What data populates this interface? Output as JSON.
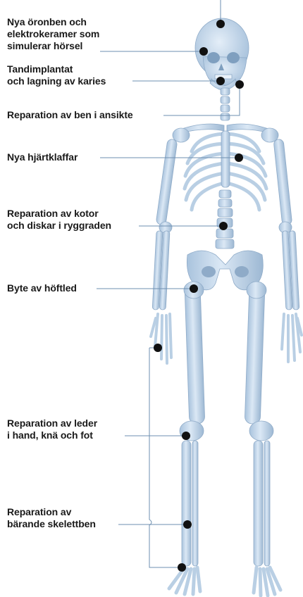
{
  "labels": {
    "ear": "Nya öronben och\nelektrokeramer som\nsimulerar hörsel",
    "teeth": "Tandimplantat\noch lagning av karies",
    "face": "Reparation av ben i ansikte",
    "heart": "Nya hjärtklaffar",
    "spine": "Reparation av kotor\noch diskar i ryggraden",
    "hip": "Byte av höftled",
    "joints": "Reparation av leder\ni hand, knä och fot",
    "bones": "Reparation av\nbärande skelettben"
  },
  "colors": {
    "text": "#1a1a1a",
    "leader": "#6e8fb0",
    "bone": "#c9dcef",
    "bone_shade": "#9fbbd6",
    "bone_dark": "#7f9fbf",
    "marker": "#111111"
  }
}
